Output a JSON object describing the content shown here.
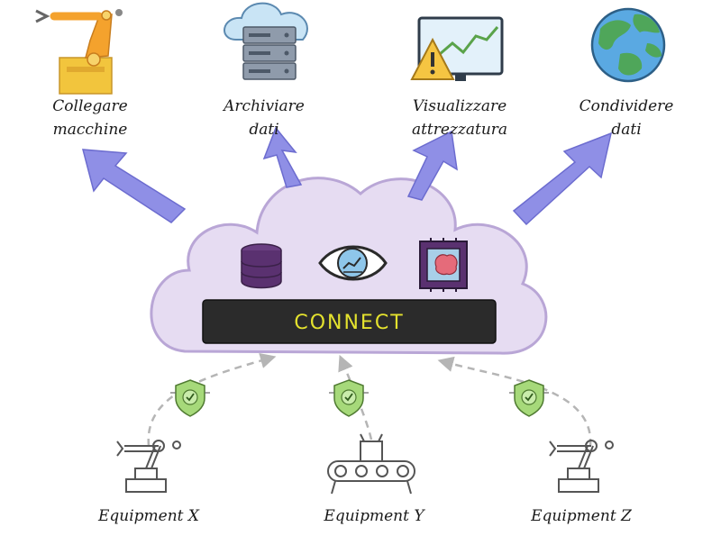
{
  "outputs": [
    {
      "id": "connect-machines",
      "line1": "Collegare",
      "line2": "macchine",
      "icon": "robot-arm-icon"
    },
    {
      "id": "store-data",
      "line1": "Archiviare",
      "line2": "dati",
      "icon": "cloud-server-icon"
    },
    {
      "id": "visualize-equipment",
      "line1": "Visualizzare",
      "line2": "attrezzatura",
      "icon": "monitor-warning-icon"
    },
    {
      "id": "share-data",
      "line1": "Condividere",
      "line2": "dati",
      "icon": "globe-icon"
    }
  ],
  "hub": {
    "brand": "CONNECT",
    "icons": [
      "database-icon",
      "eye-analytics-icon",
      "ai-chip-icon"
    ]
  },
  "equipment": [
    {
      "id": "x",
      "label": "Equipment X",
      "icon": "robot-arm-icon"
    },
    {
      "id": "y",
      "label": "Equipment Y",
      "icon": "conveyor-icon"
    },
    {
      "id": "z",
      "label": "Equipment Z",
      "icon": "robot-arm-icon"
    }
  ],
  "colors": {
    "cloud_fill": "#e6dcf2",
    "cloud_stroke": "#b9a6d6",
    "arrow_fill": "#8f8fe6",
    "brand_bar": "#2b2b2b",
    "brand_text": "#e4e22e",
    "shield": "#a6d97a",
    "dashed": "#b5b5b5"
  }
}
